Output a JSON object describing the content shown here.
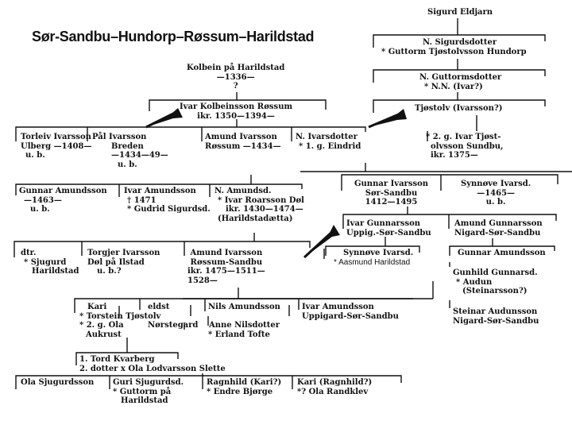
{
  "title": "Sør-Sandbu–Hundorp–Røssum–Harildstad",
  "colors": {
    "ink": "#111111",
    "background": "#ffffff"
  },
  "nodes": {
    "sigurd": [
      "Sigurd Eldjarn"
    ],
    "n_sigurdsdotter": [
      "N. Sigurdsdotter",
      "* Guttorm Tjøstolvsson Hundorp"
    ],
    "n_guttormsdotter": [
      "N. Guttormsdotter",
      "* N.N. (Ivar?)"
    ],
    "tjostolv": [
      "Tjøstolv (Ivarsson?)"
    ],
    "kolbein": [
      "Kolbein på Harildstad",
      "—1336—",
      "?"
    ],
    "ivar_kolbeinsson": [
      "Ivar Kolbeinsson Røssum",
      "ikr. 1350—1394—"
    ],
    "torleiv": [
      "Torleiv Ivarsson",
      "Ulberg —1408—",
      "u. b."
    ],
    "pal": [
      "Pål Ivarsson",
      "Breden",
      "—1434—49—",
      "u. b."
    ],
    "amund_ivarsson_1": [
      "Amund Ivarsson",
      "Røssum —1434—"
    ],
    "n_ivarsdotter": [
      "N. Ivarsdotter",
      "* 1. g. Eindrid"
    ],
    "ivar_tjostolvsson": [
      "* 2. g. Ivar Tjøst-",
      "olvsson Sundbu,",
      "ikr. 1375—"
    ],
    "gunnar_ivarsson": [
      "Gunnar Ivarsson",
      "Sør-Sandbu",
      "1412—1495"
    ],
    "synnove_1": [
      "Synnøve Ivarsd.",
      "—1465—",
      "u. b."
    ],
    "gunnar_amundsson_1": [
      "Gunnar Amundsson",
      "—1463—",
      "u. b."
    ],
    "ivar_amundsson_1": [
      "Ivar Amundsson",
      "† 1471",
      "* Gudrid Sigurdsd."
    ],
    "n_amundsd": [
      "N. Amundsd.",
      "* Ivar Roarsson Døl",
      "ikr. 1430—1474—",
      "(Harildstadætta)"
    ],
    "ivar_gunnarsson": [
      "Ivar Gunnarsson",
      "Uppig.-Sør-Sandbu"
    ],
    "amund_gunnarsson": [
      "Amund Gunnarsson",
      "Nigard-Sør-Sandbu"
    ],
    "dtr": [
      "dtr.",
      "* Sjugurd",
      "Harildstad"
    ],
    "torgjer": [
      "Torgjer Ivarsson",
      "Døl på Ilstad",
      "u. b.?"
    ],
    "amund_ivarsson_2": [
      "Amund Ivarsson",
      "Røssum-Sandbu",
      "ikr. 1475—1511—",
      "1528—"
    ],
    "synnove_2": [
      "Synnøve Ivarsd.",
      "* Aasmund Harildstad"
    ],
    "gunnar_amundsson_2": [
      "Gunnar Amundsson"
    ],
    "gunhild": [
      "Gunhild Gunnarsd.",
      "* Audun",
      "(Steinarsson?)"
    ],
    "steinar": [
      "Steinar Audunsson",
      "Nigard-Sør-Sandbu"
    ],
    "kari_1": [
      "Kari",
      "* Torstein Tjøstolv",
      "* 2. g. Ola",
      "Aukrust"
    ],
    "eldst": [
      "eldst",
      "",
      "Nørstegard"
    ],
    "nils": [
      "Nils Amundsson",
      "",
      "Anne Nilsdotter",
      "* Erland Tofte"
    ],
    "ivar_amundsson_2": [
      "Ivar Amundsson",
      "Uppigard-Sør-Sandbu"
    ],
    "tord": [
      "1. Tord Kvarberg",
      "2. dotter x Ola Lodvarsson Slette"
    ],
    "ola": [
      "Ola Sjugurdsson"
    ],
    "guri": [
      "Guri Sjugurdsd.",
      "* Guttorm på",
      "Harildstad"
    ],
    "ragnhild_kari": [
      "Ragnhild (Kari?)",
      "* Endre Bjørge"
    ],
    "kari_ragnhild": [
      "Kari (Ragnhild?)",
      "*? Ola Randklev"
    ]
  }
}
